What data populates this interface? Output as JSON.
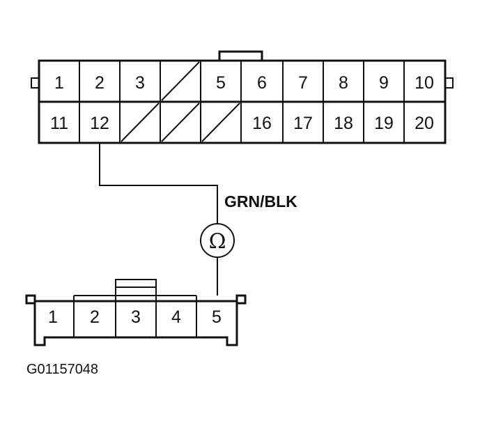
{
  "upper_connector": {
    "row1": [
      "1",
      "2",
      "3",
      "",
      "5",
      "6",
      "7",
      "8",
      "9",
      "10"
    ],
    "row2": [
      "11",
      "12",
      "",
      "",
      "",
      "16",
      "17",
      "18",
      "19",
      "20"
    ],
    "empty_cavities": "hatched"
  },
  "lower_connector": {
    "pins": [
      "1",
      "2",
      "3",
      "4",
      "5"
    ]
  },
  "wire": {
    "label": "GRN/BLK"
  },
  "meter": {
    "symbol": "Ω",
    "icon": "ohmmeter-icon"
  },
  "figure_id": "G01157048"
}
